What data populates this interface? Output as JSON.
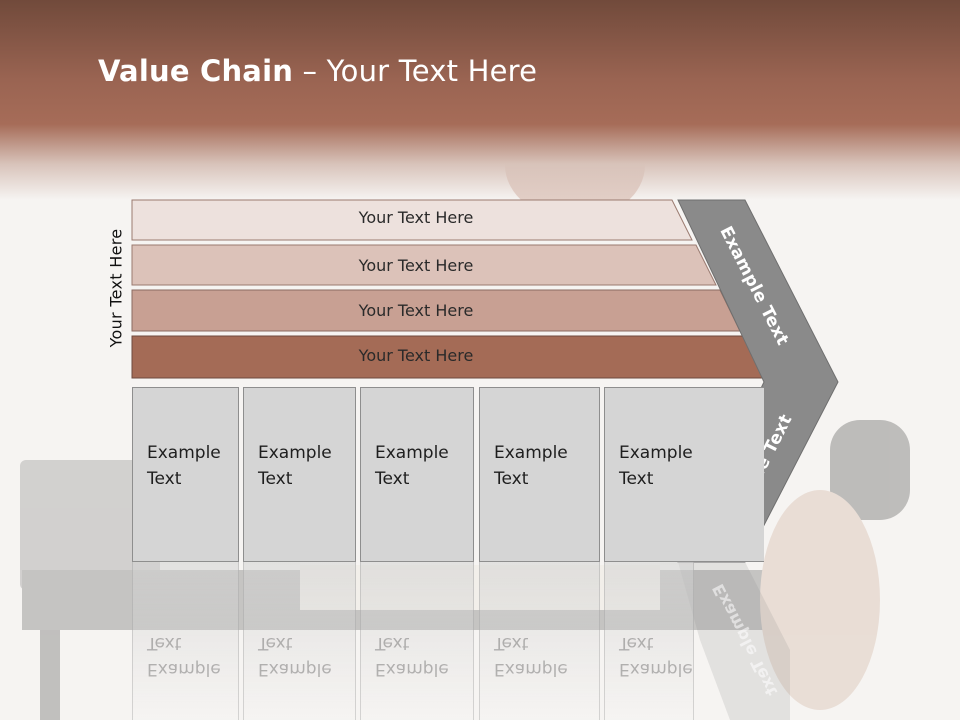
{
  "title": {
    "bold": "Value Chain",
    "rest": " – Your Text Here"
  },
  "vertical_label": "Your Text Here",
  "bars": [
    {
      "label": "Your Text Here",
      "color": "#ede1dd"
    },
    {
      "label": "Your Text Here",
      "color": "#dcc2b9"
    },
    {
      "label": "Your Text Here",
      "color": "#c8a093"
    },
    {
      "label": "Your Text Here",
      "color": "#a46b56"
    }
  ],
  "boxes": [
    {
      "label": "Example\nText"
    },
    {
      "label": "Example\nText"
    },
    {
      "label": "Example\nText"
    },
    {
      "label": "Example\nText"
    },
    {
      "label": "Example\nText"
    }
  ],
  "chevron": {
    "upper_label": "Example Text",
    "lower_label": "Example Text",
    "color": "#8a8a8a"
  }
}
